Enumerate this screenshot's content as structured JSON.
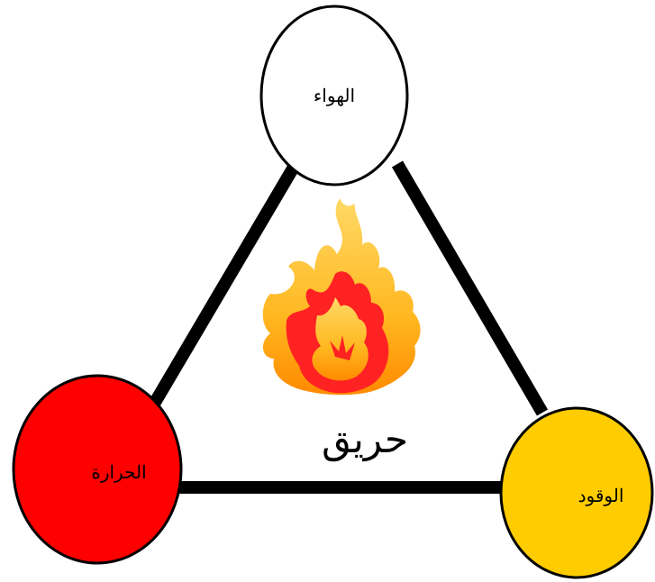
{
  "diagram": {
    "center_label": "حريق",
    "nodes": [
      {
        "id": "air",
        "label": "الهواء",
        "fill": "#ffffff",
        "text_color": "#000000"
      },
      {
        "id": "heat",
        "label": "الحرارة",
        "fill": "#ff0000",
        "text_color": "#000000"
      },
      {
        "id": "fuel",
        "label": "الوقود",
        "fill": "#ffcc00",
        "text_color": "#000000"
      }
    ],
    "edge_color": "#000000",
    "flame_icon": "fire-icon",
    "flame_colors": {
      "outer": "#ffcc22",
      "outer_edge": "#ff9900",
      "inner": "#ff2222"
    }
  }
}
